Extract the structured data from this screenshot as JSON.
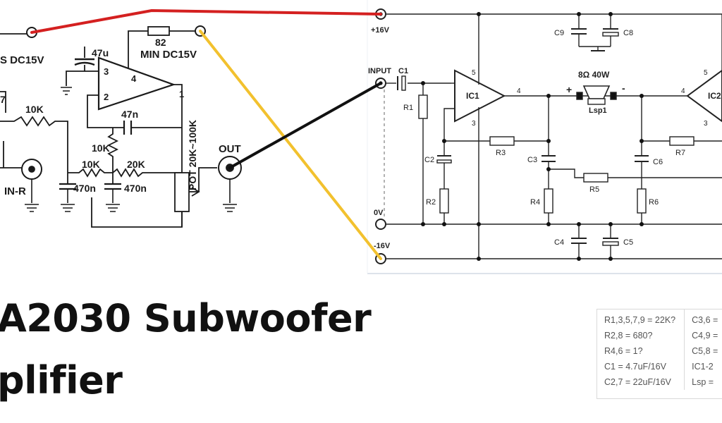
{
  "left_schematic": {
    "lbl_dc_left": "S DC15V",
    "lbl_82": "82",
    "lbl_min_dc": "MIN DC15V",
    "lbl_47u": "47u",
    "lbl_pin3": "3",
    "lbl_pin4": "4",
    "lbl_pin2": "2",
    "lbl_pin1": "1",
    "lbl_47n": "47n",
    "lbl_10k_top": "10K",
    "lbl_10k_mid": "10K",
    "lbl_10k_low": "10K",
    "lbl_20k": "20K",
    "lbl_470n_a": "470n",
    "lbl_470n_b": "470n",
    "lbl_pot": "POT 20K~100K",
    "lbl_out": "OUT",
    "lbl_in_r": "IN-R",
    "lbl_edge7": "7"
  },
  "right_schematic": {
    "lbl_plus16": "+16V",
    "lbl_minus16": "-16V",
    "lbl_0v": "0V",
    "lbl_input": "INPUT",
    "lbl_c1": "C1",
    "lbl_r1": "R1",
    "lbl_r2": "R2",
    "lbl_r3": "R3",
    "lbl_r4": "R4",
    "lbl_r5": "R5",
    "lbl_r6": "R6",
    "lbl_r7": "R7",
    "lbl_c2": "C2",
    "lbl_c3": "C3",
    "lbl_c4": "C4",
    "lbl_c5": "C5",
    "lbl_c6": "C6",
    "lbl_c8": "C8",
    "lbl_c9": "C9",
    "lbl_ic1": "IC1",
    "lbl_ic2": "IC2",
    "lbl_lsp": "Lsp1",
    "lbl_speaker": "8Ω 40W",
    "lbl_plus": "+",
    "lbl_minus": "-",
    "lbl_pin5a": "5",
    "lbl_pin3a": "3",
    "lbl_pin4a": "4",
    "lbl_pin5b": "5",
    "lbl_pin3b": "3",
    "lbl_pin4b": "4"
  },
  "title": {
    "line1": "A2030 Subwoofer",
    "line2": "plifier"
  },
  "parts_list": {
    "col1": [
      "R1,3,5,7,9 = 22K?",
      "R2,8 = 680?",
      "R4,6 = 1?",
      "C1 = 4.7uF/16V",
      "C2,7 = 22uF/16V"
    ],
    "col2": [
      "C3,6 =",
      "C4,9 =",
      "C5,8 =",
      "IC1-2",
      "Lsp ="
    ]
  },
  "colors": {
    "wire_red": "#d42020",
    "wire_yellow": "#f2c12e",
    "wire_black": "#111111",
    "schematic_ink": "#1a1a1a"
  }
}
